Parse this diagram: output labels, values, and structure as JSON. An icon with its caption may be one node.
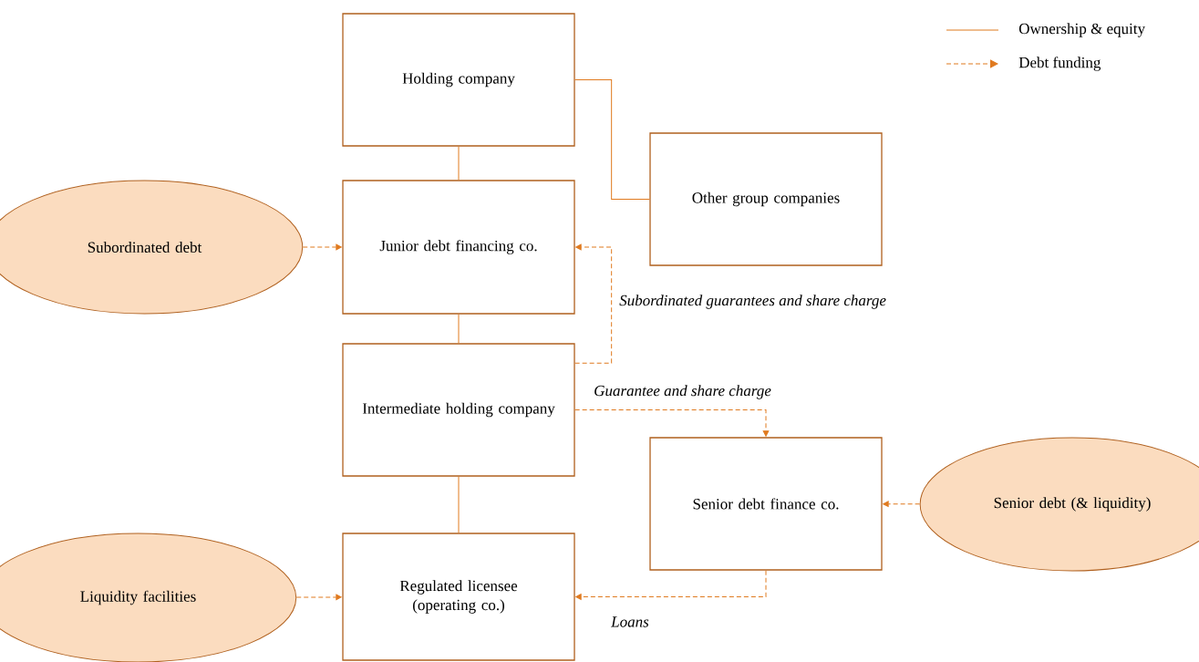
{
  "diagram": {
    "nodes": [
      {
        "text": [
          "Holding company"
        ]
      },
      {
        "text": [
          "Other group companies"
        ]
      },
      {
        "text": [
          "Subordinated debt"
        ]
      },
      {
        "text": [
          "Junior debt financing co."
        ]
      },
      {
        "text": [
          "Intermediate holding company"
        ]
      },
      {
        "text": [
          "Senior debt finance co."
        ]
      },
      {
        "text": [
          "Senior debt (& liquidity)"
        ]
      },
      {
        "text": [
          "Liquidity facilities"
        ]
      },
      {
        "text": [
          "Regulated licensee (operating co.)"
        ]
      }
    ],
    "edges": [
      {
        "from": 0,
        "to": 1,
        "arrow": "none"
      },
      {
        "from": 0,
        "to": 3,
        "arrow": "none"
      },
      {
        "from": 3,
        "to": 4,
        "arrow": "none"
      },
      {
        "from": 4,
        "to": 8,
        "arrow": "none"
      },
      {
        "from": 2,
        "to": 3,
        "arrow": "to",
        "style": "dashed"
      },
      {
        "from": 4,
        "to": 3,
        "arrow": "to",
        "style": "dashed",
        "label": "Subordinated guarantees and share charge"
      },
      {
        "from": 4,
        "to": 5,
        "arrow": "to",
        "style": "dashed",
        "label": "Guarantee and share charge"
      },
      {
        "from": 6,
        "to": 5,
        "arrow": "to",
        "style": "dashed"
      },
      {
        "from": 5,
        "to": 8,
        "arrow": "to",
        "style": "dashed",
        "label": "Loans"
      },
      {
        "from": 7,
        "to": 8,
        "arrow": "to",
        "style": "dashed"
      }
    ],
    "legend": [
      {
        "text": "Ownership & equity"
      },
      {
        "text": "Debt funding"
      }
    ]
  }
}
